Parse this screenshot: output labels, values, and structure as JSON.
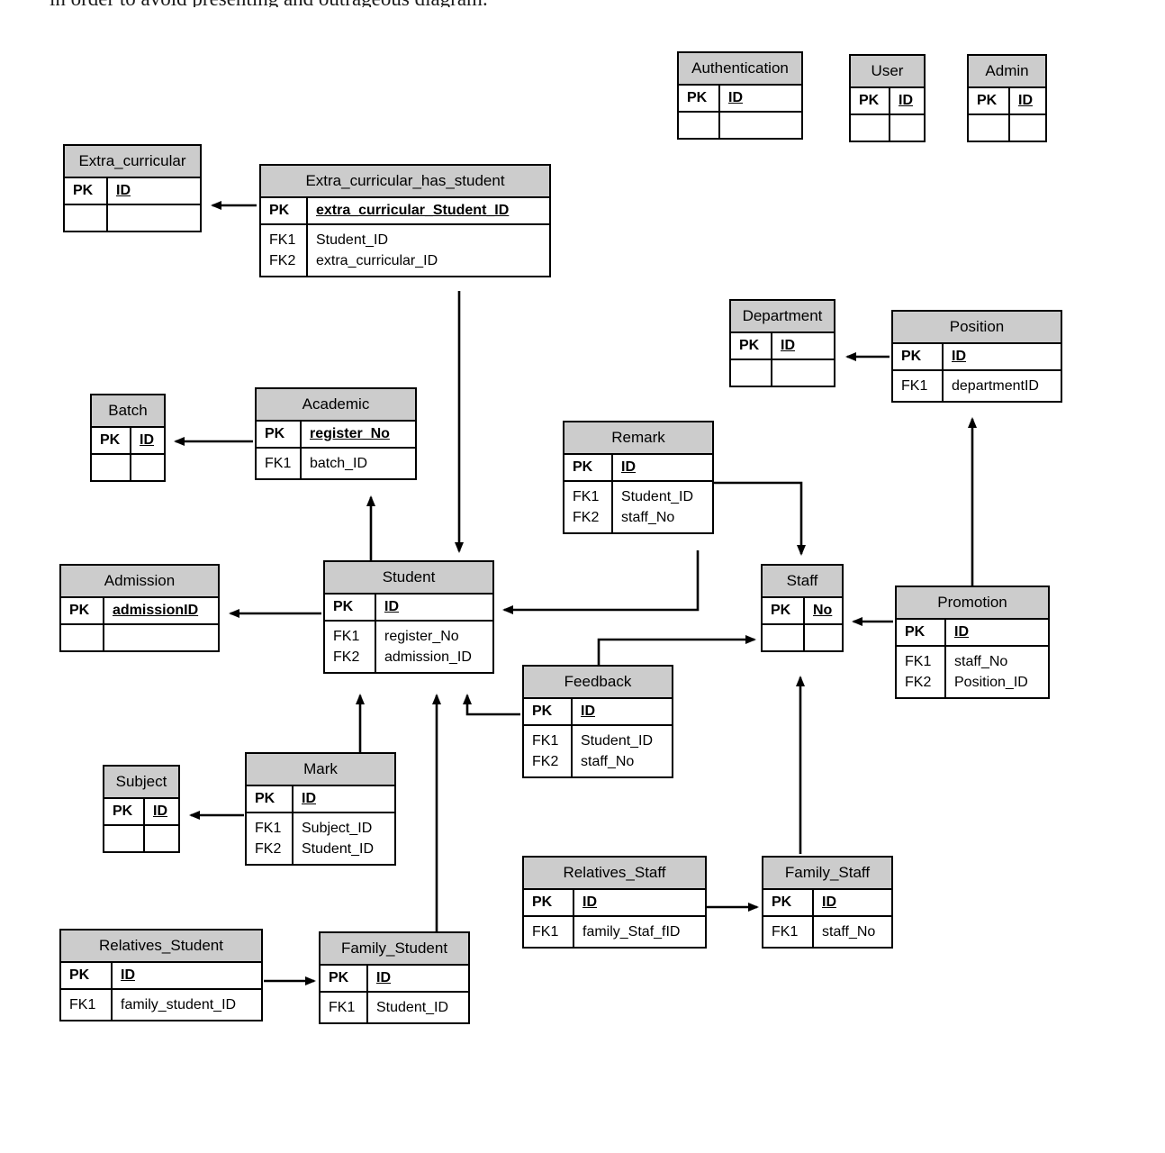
{
  "page": {
    "heading": "in order to avoid presenting and outrageous diagram.",
    "diagram_type": "entity-relationship-diagram",
    "colors": {
      "entity_header_fill": "#cccccc",
      "entity_body_fill": "#ffffff",
      "border": "#000000",
      "connector": "#000000"
    },
    "labels": {
      "pk": "PK",
      "fk1": "FK1",
      "fk2": "FK2"
    }
  },
  "entities": {
    "authentication": {
      "title": "Authentication",
      "pk_key": "PK",
      "pk_val": "ID",
      "attributes": []
    },
    "user": {
      "title": "User",
      "pk_key": "PK",
      "pk_val": "ID",
      "attributes": []
    },
    "admin": {
      "title": "Admin",
      "pk_key": "PK",
      "pk_val": "ID",
      "attributes": []
    },
    "extra_curricular": {
      "title": "Extra_curricular",
      "pk_key": "PK",
      "pk_val": "ID",
      "attributes": []
    },
    "extra_curricular_has_student": {
      "title": "Extra_curricular_has_student",
      "pk_key": "PK",
      "pk_val": "extra_curricular_Student_ID",
      "fk_keys": "FK1\nFK2",
      "fk_vals": "Student_ID\nextra_curricular_ID"
    },
    "department": {
      "title": "Department",
      "pk_key": "PK",
      "pk_val": "ID",
      "attributes": []
    },
    "position": {
      "title": "Position",
      "pk_key": "PK",
      "pk_val": "ID",
      "fk_keys": "FK1",
      "fk_vals": "departmentID"
    },
    "batch": {
      "title": "Batch",
      "pk_key": "PK",
      "pk_val": "ID",
      "attributes": []
    },
    "academic": {
      "title": "Academic",
      "pk_key": "PK",
      "pk_val": "register_No",
      "fk_keys": "FK1",
      "fk_vals": "batch_ID"
    },
    "remark": {
      "title": "Remark",
      "pk_key": "PK",
      "pk_val": "ID",
      "fk_keys": "FK1\nFK2",
      "fk_vals": "Student_ID\nstaff_No"
    },
    "admission": {
      "title": "Admission",
      "pk_key": "PK",
      "pk_val": "admissionID",
      "attributes": []
    },
    "student": {
      "title": "Student",
      "pk_key": "PK",
      "pk_val": "ID",
      "fk_keys": "FK1\nFK2",
      "fk_vals": "register_No\nadmission_ID"
    },
    "staff": {
      "title": "Staff",
      "pk_key": "PK",
      "pk_val": "No",
      "attributes": []
    },
    "promotion": {
      "title": "Promotion",
      "pk_key": "PK",
      "pk_val": "ID",
      "fk_keys": "FK1\nFK2",
      "fk_vals": "staff_No\nPosition_ID"
    },
    "feedback": {
      "title": "Feedback",
      "pk_key": "PK",
      "pk_val": "ID",
      "fk_keys": "FK1\nFK2",
      "fk_vals": "Student_ID\nstaff_No"
    },
    "subject": {
      "title": "Subject",
      "pk_key": "PK",
      "pk_val": "ID",
      "attributes": []
    },
    "mark": {
      "title": "Mark",
      "pk_key": "PK",
      "pk_val": "ID",
      "fk_keys": "FK1\nFK2",
      "fk_vals": "Subject_ID\nStudent_ID"
    },
    "relatives_staff": {
      "title": "Relatives_Staff",
      "pk_key": "PK",
      "pk_val": "ID",
      "fk_keys": "FK1",
      "fk_vals": "family_Staf_fID"
    },
    "family_staff": {
      "title": "Family_Staff",
      "pk_key": "PK",
      "pk_val": "ID",
      "fk_keys": "FK1",
      "fk_vals": "staff_No"
    },
    "relatives_student": {
      "title": "Relatives_Student",
      "pk_key": "PK",
      "pk_val": "ID",
      "fk_keys": "FK1",
      "fk_vals": "family_student_ID"
    },
    "family_student": {
      "title": "Family_Student",
      "pk_key": "PK",
      "pk_val": "ID",
      "fk_keys": "FK1",
      "fk_vals": "Student_ID"
    }
  },
  "relationships": [
    {
      "from": "extra_curricular_has_student",
      "to": "extra_curricular"
    },
    {
      "from": "extra_curricular_has_student",
      "to": "student"
    },
    {
      "from": "position",
      "to": "department"
    },
    {
      "from": "promotion",
      "to": "position"
    },
    {
      "from": "promotion",
      "to": "staff"
    },
    {
      "from": "academic",
      "to": "batch"
    },
    {
      "from": "student",
      "to": "academic"
    },
    {
      "from": "student",
      "to": "admission"
    },
    {
      "from": "remark",
      "to": "student"
    },
    {
      "from": "remark",
      "to": "staff"
    },
    {
      "from": "feedback",
      "to": "student"
    },
    {
      "from": "feedback",
      "to": "staff"
    },
    {
      "from": "mark",
      "to": "subject"
    },
    {
      "from": "mark",
      "to": "student"
    },
    {
      "from": "family_student",
      "to": "student"
    },
    {
      "from": "relatives_student",
      "to": "family_student"
    },
    {
      "from": "relatives_staff",
      "to": "family_staff"
    },
    {
      "from": "family_staff",
      "to": "staff"
    }
  ]
}
